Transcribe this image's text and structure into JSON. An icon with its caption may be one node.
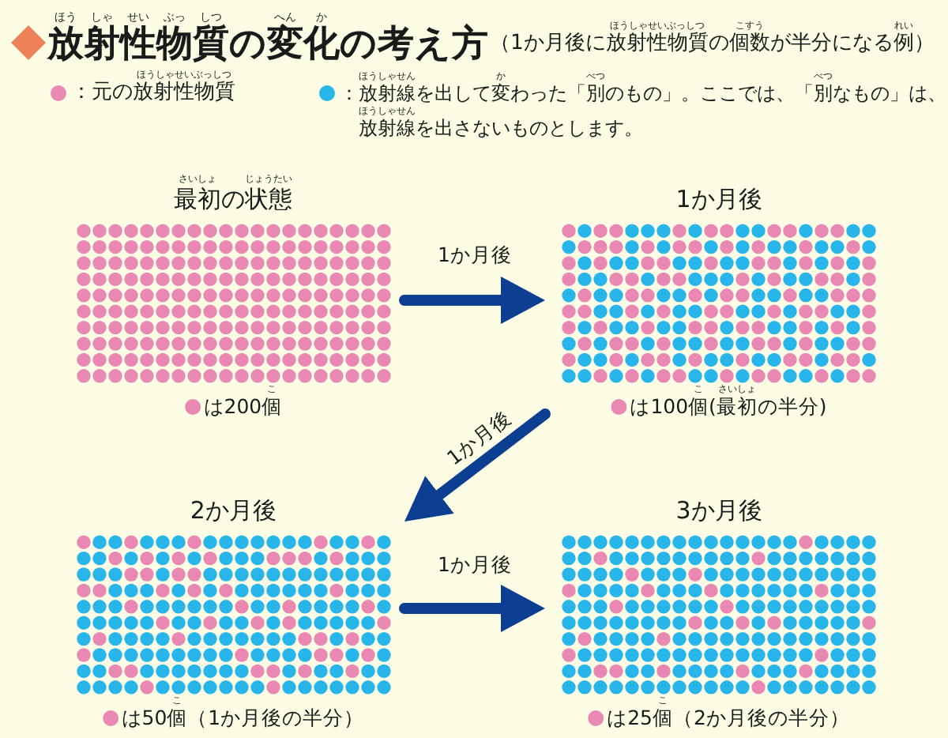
{
  "diagram": {
    "title": "放射性物質の変化の考え方",
    "nodes": [
      {
        "text": [
          "最初の状態",
          "は200個"
        ]
      },
      {
        "text": [
          "1か月後",
          "は100個(最初の半分)"
        ]
      },
      {
        "text": [
          "2か月後",
          "は50個（1か月後の半分）"
        ]
      },
      {
        "text": [
          "3か月後",
          "は25個（2か月後の半分）"
        ]
      }
    ],
    "edges": [
      {
        "from": 0,
        "to": 1,
        "arrow": "to",
        "label": "1か月後"
      },
      {
        "from": 1,
        "to": 2,
        "arrow": "to",
        "label": "1か月後"
      },
      {
        "from": 2,
        "to": 3,
        "arrow": "to",
        "label": "1か月後"
      }
    ],
    "labels": [
      "（1か月後に放射性物質の個数が半分になる例）",
      "ほう",
      "しゃ",
      "せい",
      "ぶっ",
      "しつ",
      "へん",
      "か",
      "ほうしゃせいぶっしつ",
      "こすう",
      "れい",
      "ほうしゃせいぶっしつ",
      "ほうしゃせん",
      "か",
      "べつ",
      "べつ",
      "ほうしゃせん",
      "さいしょ",
      "じょうたい",
      "こ",
      "こ",
      "さいしょ",
      "こ",
      "こ"
    ],
    "legend": [
      {
        "text": "：元の放射性物質",
        "color": "#ea88b4"
      },
      {
        "text": "：放射線を出して変わった「別のもの」。ここでは、「別なもの」は、放射線を出さないものとします。",
        "color": "#28b6ea"
      }
    ]
  }
}
